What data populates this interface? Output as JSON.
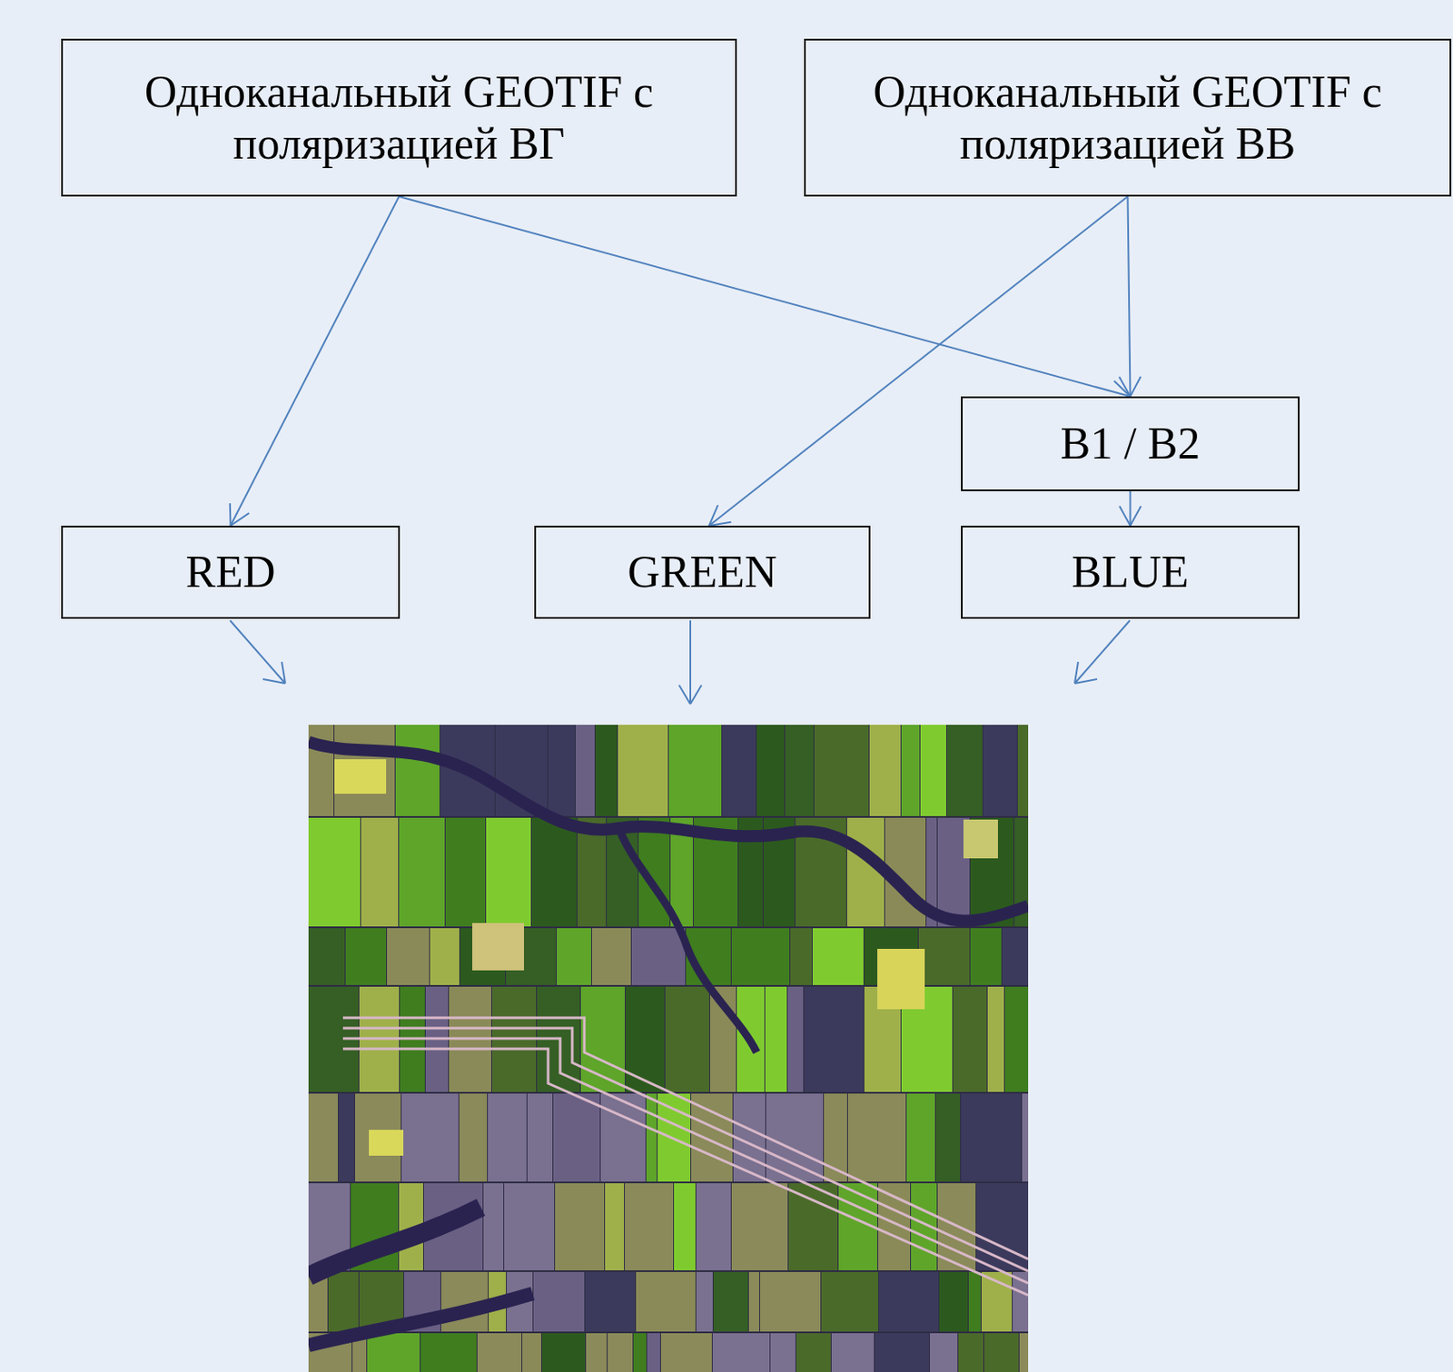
{
  "diagram": {
    "nodes": [
      {
        "text": [
          "Одноканальный GEOTIF с поляризацией ВГ"
        ]
      },
      {
        "text": [
          "Одноканальный GEOTIF с поляризацией ВВ"
        ]
      },
      {
        "text": [
          "B1 / B2"
        ]
      },
      {
        "text": [
          "RED"
        ]
      },
      {
        "text": [
          "GREEN"
        ]
      },
      {
        "text": [
          "BLUE"
        ]
      }
    ],
    "edges": [
      {
        "from": 0,
        "to": 3,
        "arrow": "to"
      },
      {
        "from": 0,
        "to": 2,
        "arrow": "to"
      },
      {
        "from": 1,
        "to": 4,
        "arrow": "to"
      },
      {
        "from": 1,
        "to": 2,
        "arrow": "to"
      },
      {
        "from": 2,
        "to": 5,
        "arrow": "to"
      }
    ]
  }
}
